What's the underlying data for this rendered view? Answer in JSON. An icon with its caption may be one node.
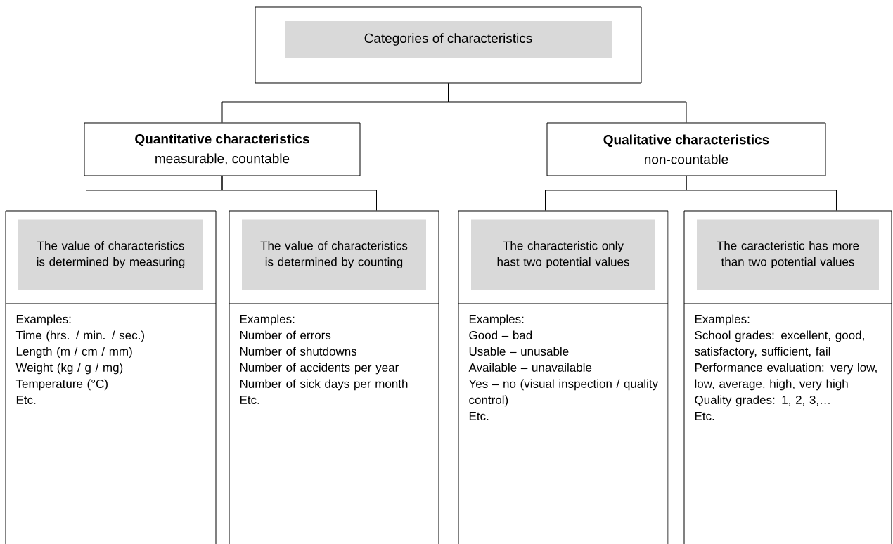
{
  "diagram": {
    "nodes": [
      {
        "text": [
          "Categories of characteristics"
        ]
      },
      {
        "text": [
          "Quantitative characteristics",
          "measurable, countable"
        ]
      },
      {
        "text": [
          "Qualitative characteristics",
          "non-countable"
        ]
      },
      {
        "text": [
          "The value of characteristics is determined by measuring",
          "Examples:",
          "Time (hrs. / min. / sec.)",
          "Length (m / cm / mm)",
          "Weight (kg / g / mg)",
          "Temperature (°C)",
          "Etc."
        ]
      },
      {
        "text": [
          "The value of characteristics is determined by counting",
          "Examples:",
          "Number of errors",
          "Number of shutdowns",
          "Number of accidents per year",
          "Number of sick days per month",
          "Etc."
        ]
      },
      {
        "text": [
          "The characteristic only hast two potential values",
          "Examples:",
          "Good – bad",
          "Usable – unusable",
          "Available – unavailable",
          "Yes – no (visual inspection / quality control)",
          "Etc."
        ]
      },
      {
        "text": [
          "The caracteristic has more than two potential values",
          "Examples:",
          "School grades: excellent, good, satisfactory, sufficient, fail",
          "Performance evaluation: very low, low, average, high, very high",
          "Quality grades: 1, 2, 3,…",
          "Etc."
        ]
      }
    ],
    "edges": [
      {
        "from": 0,
        "to": 1,
        "arrow": "none"
      },
      {
        "from": 0,
        "to": 2,
        "arrow": "none"
      },
      {
        "from": 1,
        "to": 3,
        "arrow": "none"
      },
      {
        "from": 1,
        "to": 4,
        "arrow": "none"
      },
      {
        "from": 2,
        "to": 5,
        "arrow": "none"
      },
      {
        "from": 2,
        "to": 6,
        "arrow": "none"
      }
    ]
  }
}
